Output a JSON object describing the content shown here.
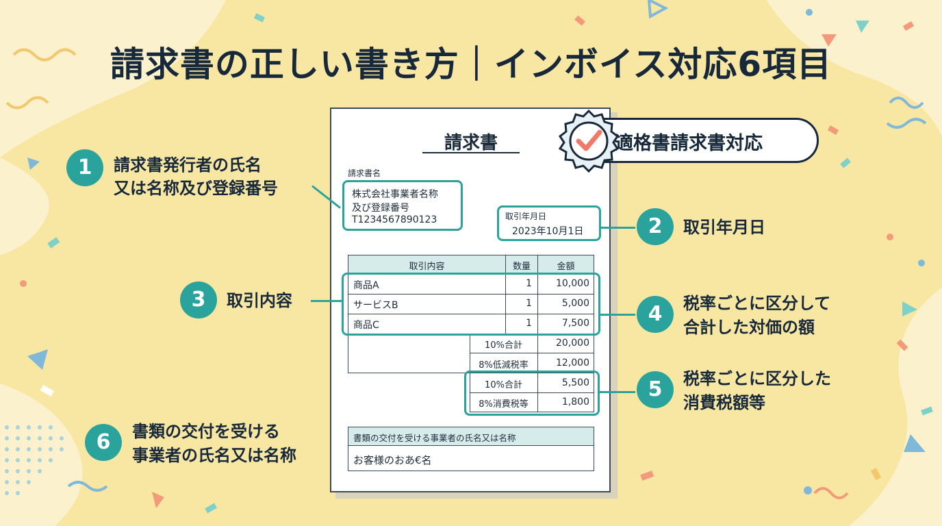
{
  "title": "請求書の正しい書き方｜インボイス対応6項目",
  "colors": {
    "background": "#f8e7a3",
    "accent": "#2aa39c",
    "ink": "#17283a",
    "table_header": "#d5eceb"
  },
  "badge": {
    "label": "適格書請求書対応",
    "icon": "checkmark-seal-icon"
  },
  "invoice": {
    "title": "請求書",
    "issuer_label": "請求書名",
    "issuer_lines": [
      "株式会社事業者名称",
      "及び登録番号",
      "T1234567890123"
    ],
    "date_label": "取引年月日",
    "date_value": "2023年10月1日",
    "table_headers": [
      "取引内容",
      "数量",
      "金額"
    ],
    "items": [
      {
        "name": "商品A",
        "qty": "1",
        "amount": "10,000"
      },
      {
        "name": "サービスB",
        "qty": "1",
        "amount": "5,000"
      },
      {
        "name": "商品C",
        "qty": "1",
        "amount": "7,500"
      }
    ],
    "subtotals": [
      {
        "label": "10%合計",
        "amount": "20,000"
      },
      {
        "label": "8%低減税率",
        "amount": "12,000"
      }
    ],
    "tax_rows": [
      {
        "label": "10%合計",
        "amount": "5,500"
      },
      {
        "label": "8%消費税等",
        "amount": "1,800"
      }
    ],
    "recipient_label": "書類の交付を受ける事業者の氏名又は名称",
    "recipient_value": "お客様のおあ€名"
  },
  "callouts": [
    {
      "number": "1",
      "lines": [
        "請求書発行者の氏名",
        "又は名称及び登録番号"
      ]
    },
    {
      "number": "2",
      "lines": [
        "取引年月日"
      ]
    },
    {
      "number": "3",
      "lines": [
        "取引内容"
      ]
    },
    {
      "number": "4",
      "lines": [
        "税率ごとに区分して",
        "合計した対価の額"
      ]
    },
    {
      "number": "5",
      "lines": [
        "税率ごとに区分した",
        "消費税額等"
      ]
    },
    {
      "number": "6",
      "lines": [
        "書類の交付を受ける",
        "事業者の氏名又は名称"
      ]
    }
  ]
}
